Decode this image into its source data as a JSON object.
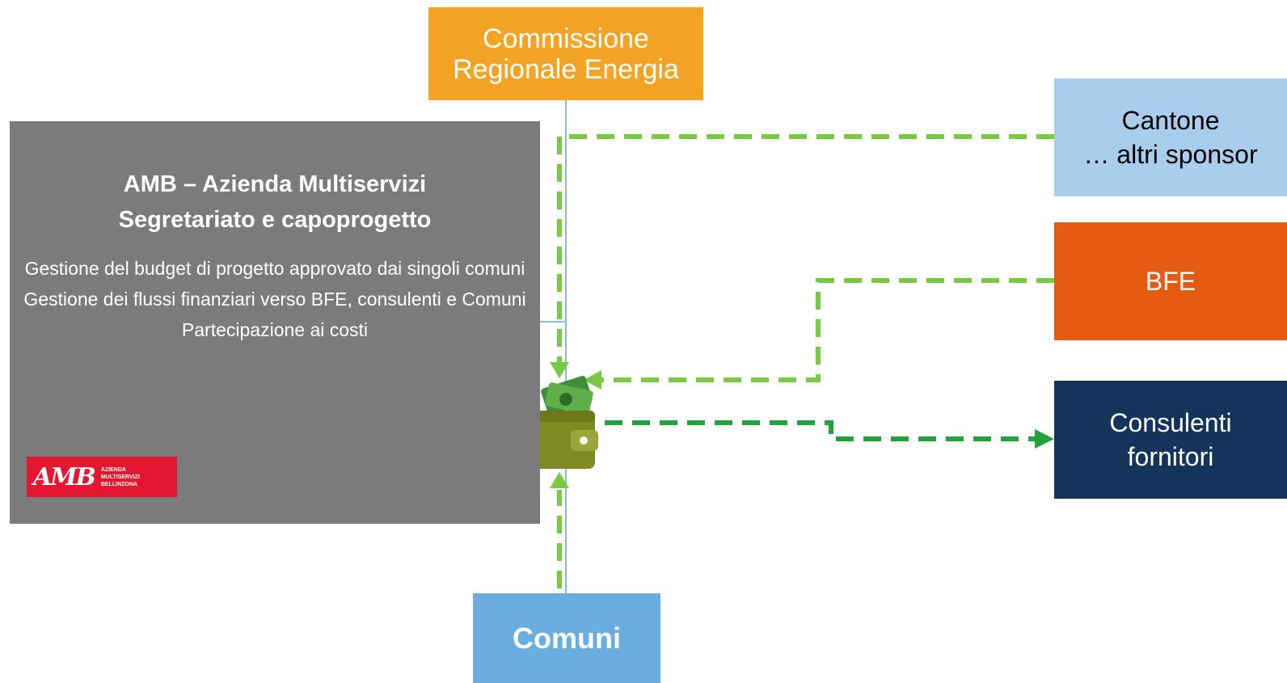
{
  "nodes": {
    "commissione": {
      "lines": [
        "Commissione",
        "Regionale Energia"
      ],
      "color": "#f4a425"
    },
    "amb": {
      "title_lines": [
        "AMB – Azienda Multiservizi",
        "Segretariato e capoprogetto"
      ],
      "tasks": [
        "Gestione del budget di progetto approvato dai singoli comuni",
        "Gestione dei flussi finanziari verso BFE, consulenti e Comuni",
        "Partecipazione ai costi"
      ],
      "color": "#7b7b7b",
      "logo": {
        "mark": "AMB",
        "sub_lines": [
          "AZIENDA",
          "MULTISERVIZI",
          "BELLINZONA"
        ],
        "color": "#e3172f"
      }
    },
    "cantone": {
      "lines": [
        "Cantone",
        "… altri sponsor"
      ],
      "color": "#a9cdec"
    },
    "bfe": {
      "label": "BFE",
      "color": "#e55b12"
    },
    "consulenti": {
      "lines": [
        "Consulenti",
        "fornitori"
      ],
      "color": "#14345b"
    },
    "comuni": {
      "label": "Comuni",
      "color": "#6aaee0"
    }
  },
  "hub": {
    "icon": "wallet-money-icon",
    "color": "#7e8a22"
  },
  "edges": [
    {
      "from": "cantone",
      "to": "hub",
      "style": "dashed",
      "color": "#7ac943"
    },
    {
      "from": "bfe",
      "to": "hub",
      "style": "dashed",
      "color": "#7ac943"
    },
    {
      "from": "amb",
      "to": "hub",
      "style": "dashed",
      "color": "#7ac943"
    },
    {
      "from": "comuni",
      "to": "hub",
      "style": "dashed",
      "color": "#7ac943"
    },
    {
      "from": "hub",
      "to": "consulenti",
      "style": "dashed",
      "color": "#22a33a"
    }
  ]
}
